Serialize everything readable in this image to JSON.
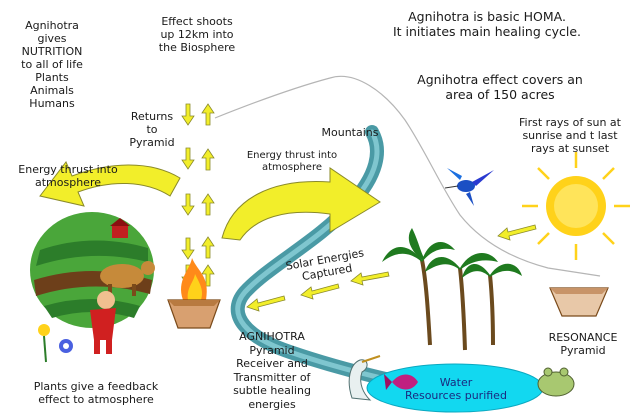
{
  "texts": {
    "agnihotra_gives": "Agnihotra\ngives\nNUTRITION\nto all of life\nPlants\nAnimals\nHumans",
    "effect_shoots": "Effect shoots\nup 12km into\nthe Biosphere",
    "basic_homa": "Agnihotra is  basic HOMA.\nIt initiates  main healing cycle.",
    "covers_area": "Agnihotra effect covers an\narea of 150 acres",
    "returns_pyramid": "Returns\nto\nPyramid",
    "mountains": "Mountains",
    "first_rays": "First rays of  sun at\nsunrise and t last\nrays at sunset",
    "energy_left": "Energy thrust into\natmosphere",
    "energy_center": "Energy thrust into\natmosphere",
    "solar_energies": "Solar Energies\nCaptured",
    "agnihotra_pyramid": "AGNIHOTRA\nPyramid\nReceiver and\nTransmitter of\nsubtle healing\nenergies",
    "resonance": "RESONANCE\nPyramid",
    "feedback": "Plants give a feedback\neffect to  atmosphere",
    "water": "Water\nResources purified"
  },
  "colors": {
    "arrow_yellow": "#f2ee2a",
    "arrow_outline": "#8a8a2a",
    "river": "#4a9aa5",
    "water_ellipse": "#12d8f0",
    "sun": "#ffd21a",
    "mountain_line": "#b5b5b5"
  },
  "icons": [
    "sun-icon",
    "hummingbird-icon",
    "palm-trees-icon",
    "farm-scene-icon",
    "fire-pyramid-icon",
    "resonance-pyramid-icon",
    "heron-icon",
    "fish-icon",
    "frog-icon"
  ]
}
